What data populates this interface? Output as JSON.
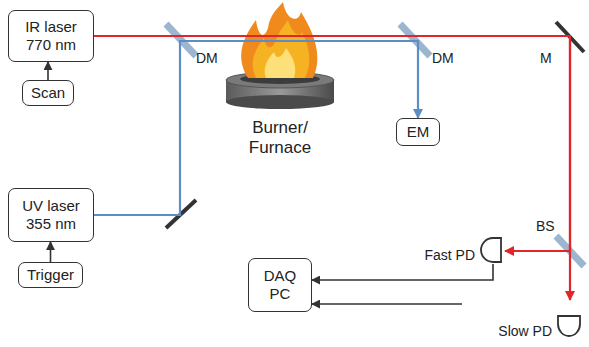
{
  "diagram": {
    "nodes": [
      {
        "text": [
          "IR laser 770 nm"
        ]
      },
      {
        "text": [
          "Scan"
        ]
      },
      {
        "text": [
          "UV laser 355 nm"
        ]
      },
      {
        "text": [
          "Trigger"
        ]
      },
      {
        "text": [
          "EM"
        ]
      },
      {
        "text": [
          "Fast PD"
        ]
      },
      {
        "text": [
          "Slow PD"
        ]
      },
      {
        "text": [
          "DAQ PC"
        ]
      }
    ],
    "edges": [
      {
        "from": 1,
        "to": 0,
        "arrow": "to"
      },
      {
        "from": 3,
        "to": 2,
        "arrow": "to"
      },
      {
        "from": 0,
        "to": 5,
        "arrow": "to"
      },
      {
        "from": 0,
        "to": 6,
        "arrow": "to"
      },
      {
        "from": 2,
        "to": 4,
        "arrow": "to"
      },
      {
        "from": 5,
        "to": 7,
        "arrow": "to"
      },
      {
        "from": 6,
        "to": 7,
        "arrow": "to"
      }
    ],
    "labels": [
      "DM",
      "DM",
      "M",
      "BS",
      "Burner/ Furnace"
    ]
  }
}
